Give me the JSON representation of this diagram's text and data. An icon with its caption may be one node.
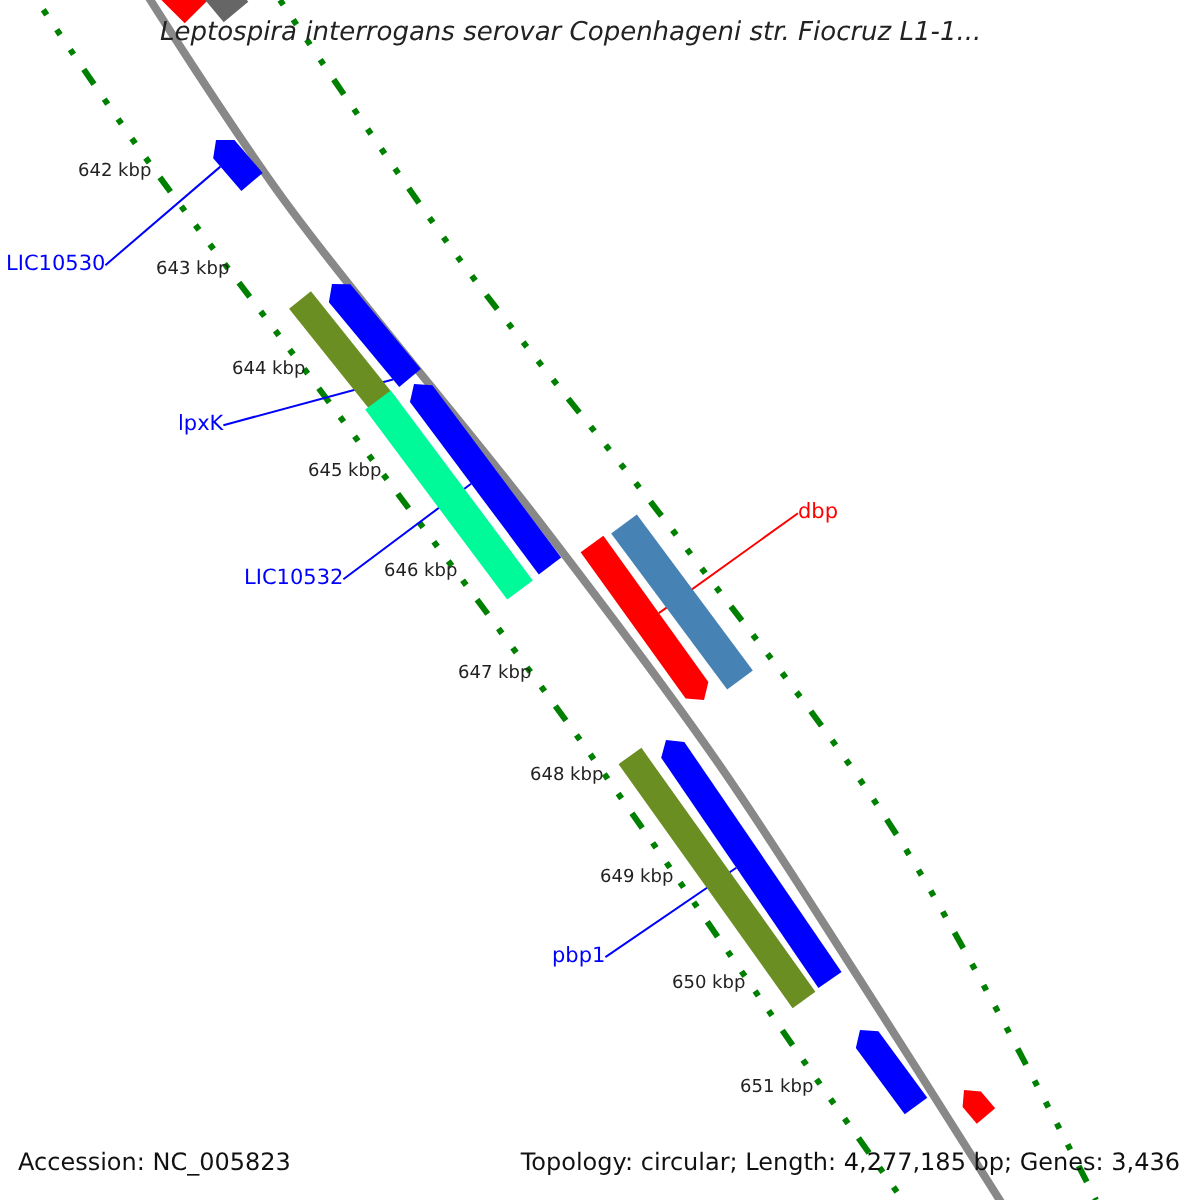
{
  "diagram": {
    "title": "Leptospira interrogans serovar Copenhageni str. Fiocruz L1-1...",
    "nodes": [
      {
        "text": [
          "LIC10530"
        ]
      },
      {
        "text": [
          "lpxK"
        ]
      },
      {
        "text": [
          "LIC10532"
        ]
      },
      {
        "text": [
          "dbp"
        ]
      },
      {
        "text": [
          "pbp1"
        ]
      },
      {
        "text": [],
        "shape": "bar"
      },
      {
        "text": [],
        "shape": "bar"
      },
      {
        "text": [],
        "shape": "bar"
      },
      {
        "text": [],
        "shape": "bar"
      },
      {
        "text": [],
        "shape": "bar"
      },
      {
        "text": [],
        "shape": "bar"
      },
      {
        "text": [],
        "shape": "bar"
      },
      {
        "text": [],
        "shape": "bar"
      },
      {
        "text": [],
        "shape": "bar"
      },
      {
        "text": [],
        "shape": "bar"
      },
      {
        "text": [],
        "shape": "bar"
      },
      {
        "text": [],
        "shape": "bar"
      },
      {
        "text": [],
        "shape": "bar"
      }
    ],
    "edges": [
      {
        "from": 0,
        "to": 7,
        "arrow": "none"
      },
      {
        "from": 1,
        "to": 9,
        "arrow": "none"
      },
      {
        "from": 2,
        "to": 11,
        "arrow": "none"
      },
      {
        "from": 3,
        "to": 12,
        "arrow": "none",
        "color": "#ff0000"
      },
      {
        "from": 4,
        "to": 15,
        "arrow": "none"
      }
    ],
    "labels": [
      "642 kbp",
      "643 kbp",
      "644 kbp",
      "645 kbp",
      "646 kbp",
      "647 kbp",
      "648 kbp",
      "649 kbp",
      "650 kbp",
      "651 kbp",
      "Accession: NC_005823",
      "Topology: circular; Length: 4,277,185 bp; Genes: 3,436"
    ]
  }
}
